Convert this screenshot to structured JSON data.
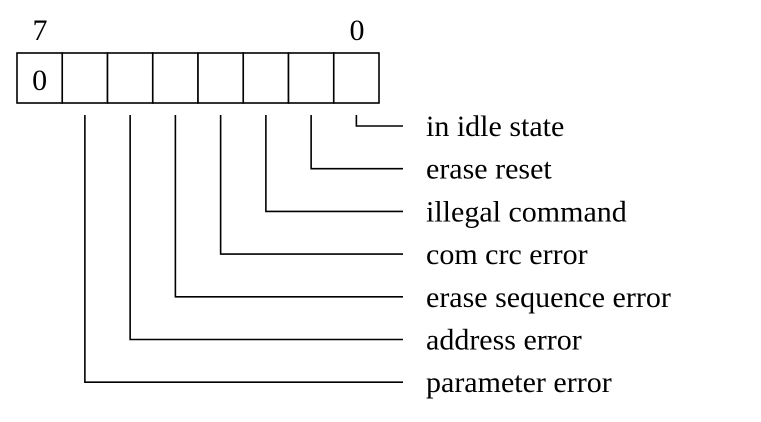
{
  "register": {
    "msb_label": "7",
    "lsb_label": "0",
    "bits": [
      "0",
      "",
      "",
      "",
      "",
      "",
      "",
      ""
    ]
  },
  "flags": [
    {
      "bit": 0,
      "label": "in idle state"
    },
    {
      "bit": 1,
      "label": "erase reset"
    },
    {
      "bit": 2,
      "label": "illegal command"
    },
    {
      "bit": 3,
      "label": "com crc error"
    },
    {
      "bit": 4,
      "label": "erase sequence error"
    },
    {
      "bit": 5,
      "label": "address error"
    },
    {
      "bit": 6,
      "label": "parameter error"
    }
  ],
  "colors": {
    "stroke": "#000000",
    "background": "#ffffff"
  }
}
